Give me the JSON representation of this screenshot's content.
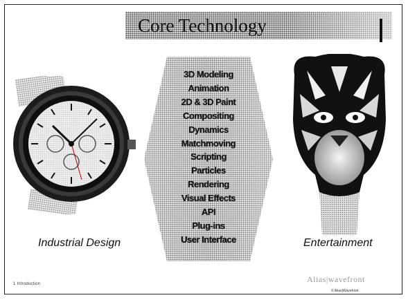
{
  "slide": {
    "title": "Core Technology",
    "technologies": [
      "3D Modeling",
      "Animation",
      "2D & 3D Paint",
      "Compositing",
      "Dynamics",
      "Matchmoving",
      "Scripting",
      "Particles",
      "Rendering",
      "Visual Effects",
      "API",
      "Plug-ins",
      "User Interface"
    ],
    "left_caption": "Industrial Design",
    "right_caption": "Entertainment"
  },
  "footer": {
    "left_text": "1   Introduction",
    "right_text": "© Alias|Wavefront",
    "logo_text": "Alias|wavefront"
  },
  "colors": {
    "frame": "#222222",
    "text": "#111111",
    "halftone": "#555555"
  },
  "icons": {
    "watch": "watch-icon",
    "mask": "tiger-mask-icon"
  }
}
